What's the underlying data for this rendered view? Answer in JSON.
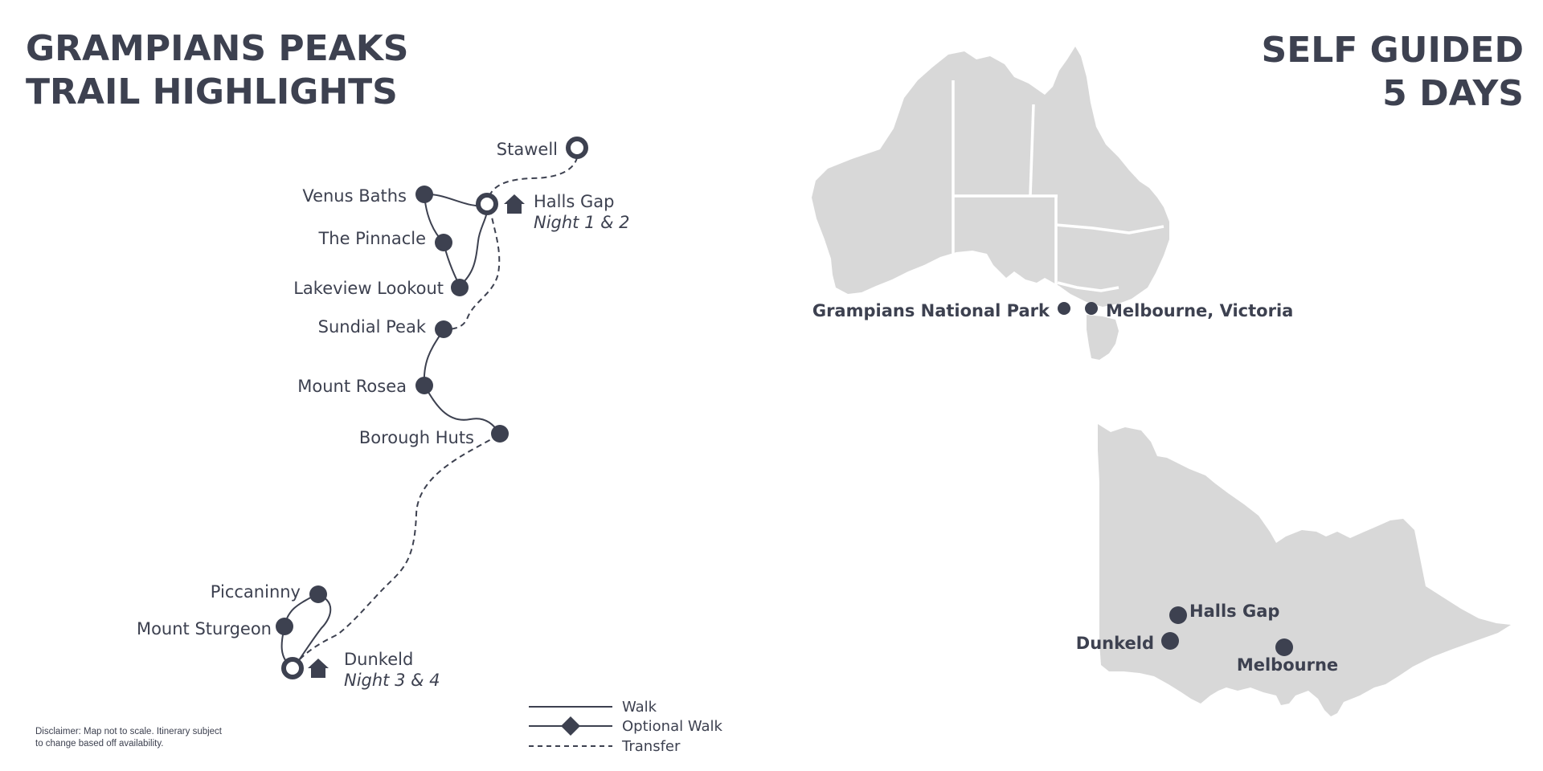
{
  "title_left": {
    "line1": "GRAMPIANS PEAKS",
    "line2": "TRAIL HIGHLIGHTS"
  },
  "title_right": {
    "line1": "SELF GUIDED",
    "line2": "5 DAYS"
  },
  "trail": {
    "stawell": "Stawell",
    "venus_baths": "Venus Baths",
    "halls_gap": "Halls Gap",
    "halls_gap_night": "Night 1 & 2",
    "the_pinnacle": "The Pinnacle",
    "lakeview_lookout": "Lakeview Lookout",
    "sundial_peak": "Sundial Peak",
    "mount_rosea": "Mount Rosea",
    "borough_huts": "Borough Huts",
    "piccaninny": "Piccaninny",
    "mount_sturgeon": "Mount Sturgeon",
    "dunkeld": "Dunkeld",
    "dunkeld_night": "Night 3 & 4"
  },
  "legend": {
    "walk": "Walk",
    "optional_walk": "Optional Walk",
    "transfer": "Transfer"
  },
  "disclaimer": {
    "line1": "Disclaimer: Map not to scale. Itinerary subject",
    "line2": "to change based off availability."
  },
  "australia_map": {
    "left_label": "Grampians National Park",
    "right_label": "Melbourne, Victoria"
  },
  "victoria_map": {
    "halls_gap": "Halls Gap",
    "dunkeld": "Dunkeld",
    "melbourne": "Melbourne"
  },
  "colors": {
    "ink": "#3d4150",
    "land": "#d8d8d8",
    "background": "#ffffff"
  },
  "icons": {
    "accommodation": "house-icon",
    "start_end": "ring-marker",
    "stop": "dot-marker",
    "optional": "diamond-marker"
  }
}
